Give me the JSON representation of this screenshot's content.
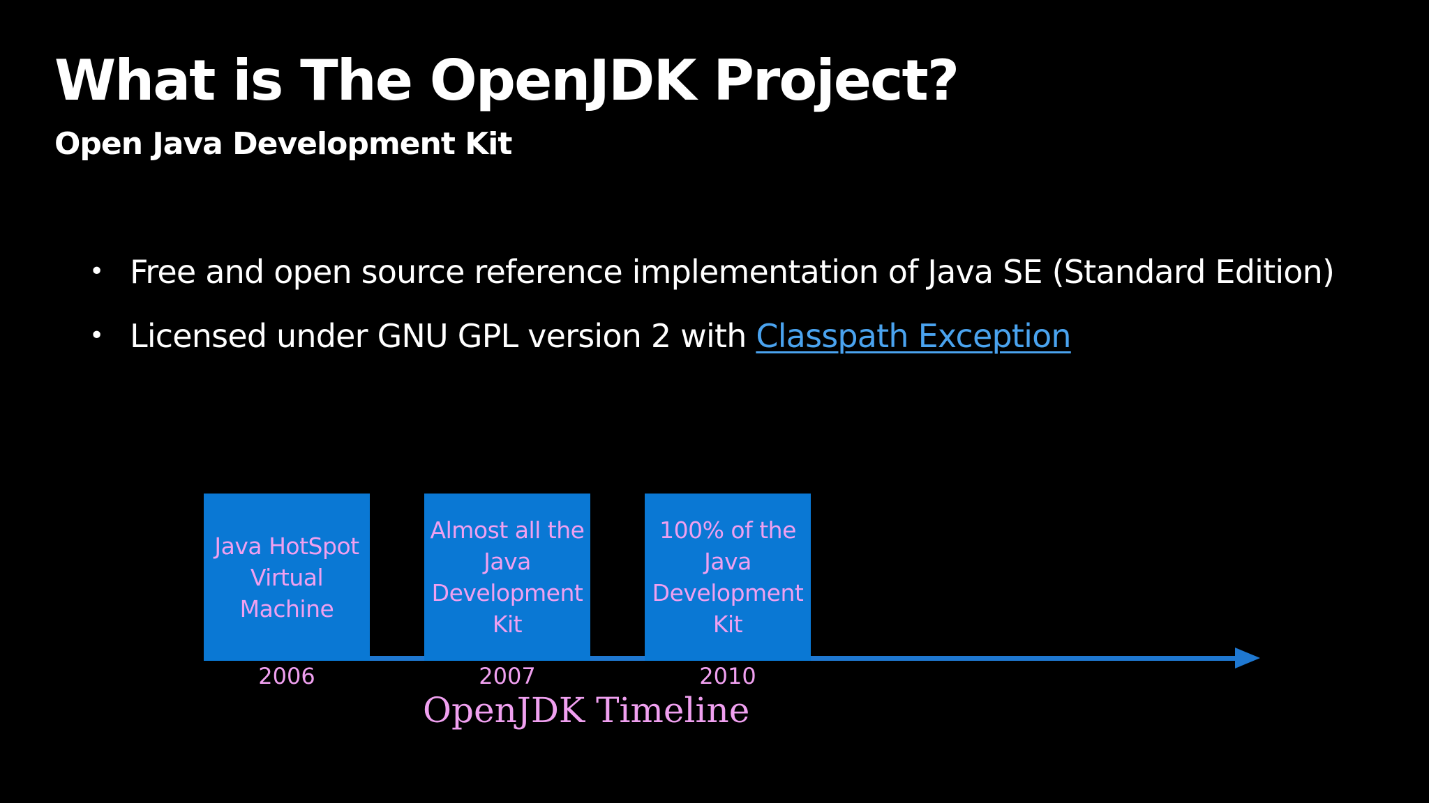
{
  "slide": {
    "title": "What is The OpenJDK Project?",
    "subtitle": "Open Java Development Kit"
  },
  "bullets": [
    {
      "text": "Free and open source reference implementation of Java SE (Standard Edition)",
      "link": ""
    },
    {
      "text": "Licensed under GNU GPL version 2 with ",
      "link": "Classpath Exception"
    }
  ],
  "bullet_symbol": "•",
  "timeline": {
    "label": "OpenJDK Timeline",
    "milestones": [
      {
        "text": "Java HotSpot Virtual Machine",
        "year": "2006"
      },
      {
        "text": "Almost all the Java Development Kit",
        "year": "2007"
      },
      {
        "text": "100% of the Java Development Kit",
        "year": "2010"
      }
    ]
  },
  "colors": {
    "background": "#000000",
    "text": "#ffffff",
    "link": "#4aa3ef",
    "timeline_blue": "#0a78d4",
    "timeline_text": "#f0a0f0"
  }
}
